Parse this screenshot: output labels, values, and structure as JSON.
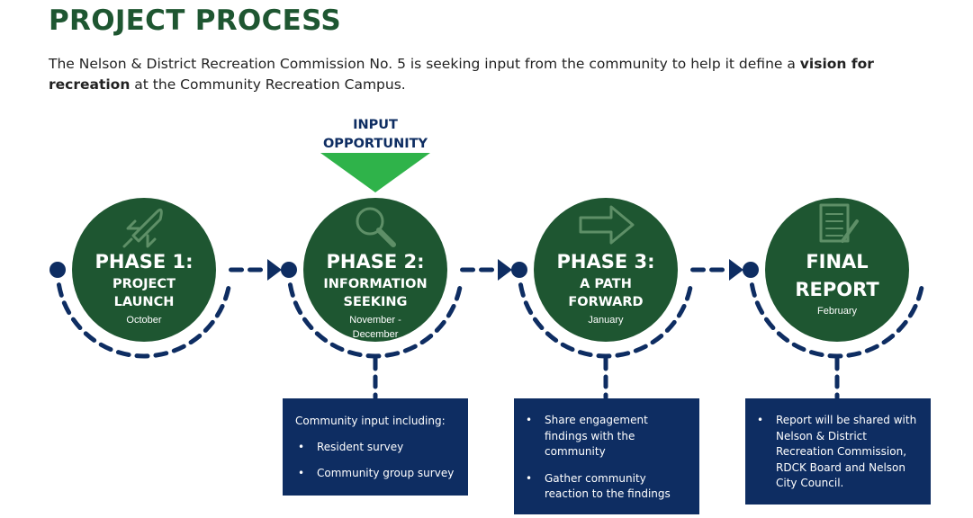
{
  "title": "PROJECT PROCESS",
  "intro": {
    "before": "The Nelson & District Recreation Commission No. 5 is seeking input from the community to help it define a ",
    "bold": "vision for recreation",
    "after": " at the Community Recreation Campus."
  },
  "input_label": [
    "INPUT",
    "OPPORTUNITY"
  ],
  "phases": [
    {
      "icon": "rocket-icon",
      "title": [
        "PHASE 1:"
      ],
      "sub": [
        "PROJECT",
        "LAUNCH"
      ],
      "date": [
        "October"
      ]
    },
    {
      "icon": "magnifier-icon",
      "title": [
        "PHASE 2:"
      ],
      "sub": [
        "INFORMATION",
        "SEEKING"
      ],
      "date": [
        "November -",
        "December"
      ]
    },
    {
      "icon": "arrow-icon",
      "title": [
        "PHASE 3:"
      ],
      "sub": [
        "A PATH",
        "FORWARD"
      ],
      "date": [
        "January"
      ]
    },
    {
      "icon": "document-icon",
      "title": [
        "FINAL",
        "REPORT"
      ],
      "sub": [],
      "date": [
        "February"
      ]
    }
  ],
  "boxes": {
    "phase2": {
      "intro": "Community input including:",
      "items": [
        "Resident survey",
        "Community group survey"
      ]
    },
    "phase3": {
      "items": [
        "Share engagement findings with the community",
        "Gather community reaction to the findings"
      ]
    },
    "final": {
      "items": [
        "Report will be shared with Nelson & District Recreation Commission, RDCK Board and Nelson City Council."
      ]
    }
  },
  "colors": {
    "green": "#1e5631",
    "navy": "#0e2d62",
    "bright_green": "#2fb34a",
    "icon_green": "#5e8f67"
  }
}
